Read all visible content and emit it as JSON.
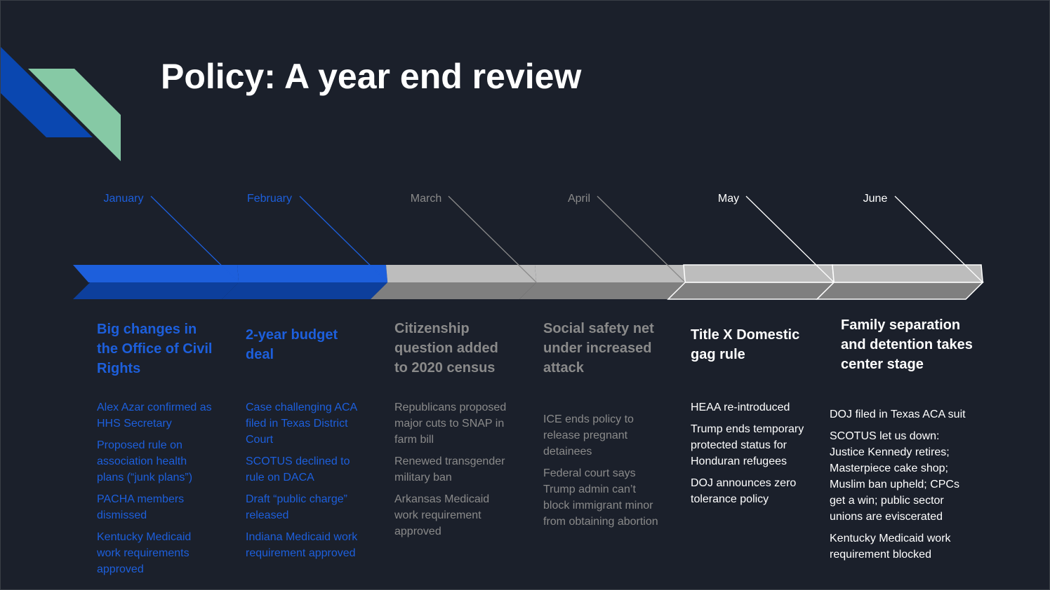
{
  "slide": {
    "title": "Policy: A year end review"
  },
  "colors": {
    "background": "#1b202b",
    "blue": "#1d5fdc",
    "gray": "#8a8a8a",
    "white": "#ffffff",
    "mint": "#86c9a5"
  },
  "timeline": [
    {
      "month": "January",
      "heading": "Big changes in the Office of Civil Rights",
      "items": [
        "Alex Azar confirmed as HHS Secretary",
        "Proposed rule on association health plans (“junk plans”)",
        "PACHA members dismissed",
        "Kentucky Medicaid work requirements approved"
      ]
    },
    {
      "month": "February",
      "heading": "2-year budget deal",
      "items": [
        "Case challenging ACA filed in Texas District Court",
        "SCOTUS declined to rule on DACA",
        "Draft “public charge” released",
        "Indiana Medicaid work requirement approved"
      ]
    },
    {
      "month": "March",
      "heading": "Citizenship question added to 2020 census",
      "items": [
        "Republicans proposed major cuts to SNAP in farm bill",
        "Renewed transgender military ban",
        "Arkansas Medicaid work requirement approved"
      ]
    },
    {
      "month": "April",
      "heading": "Social safety net under increased attack",
      "items": [
        "ICE ends policy to release pregnant detainees",
        "Federal court says Trump admin can’t block immigrant minor from obtaining abortion"
      ]
    },
    {
      "month": "May",
      "heading": "Title X Domestic gag rule",
      "items": [
        "HEAA re-introduced",
        "Trump ends temporary protected status for Honduran refugees",
        "DOJ announces zero tolerance policy"
      ]
    },
    {
      "month": "June",
      "heading": "Family separation and detention takes center stage",
      "items": [
        "DOJ filed in Texas ACA suit",
        "SCOTUS let us down: Justice Kennedy retires; Masterpiece cake shop; Muslim ban upheld; CPCs get a win; public sector unions are eviscerated",
        "Kentucky Medicaid  work requirement blocked"
      ]
    }
  ]
}
